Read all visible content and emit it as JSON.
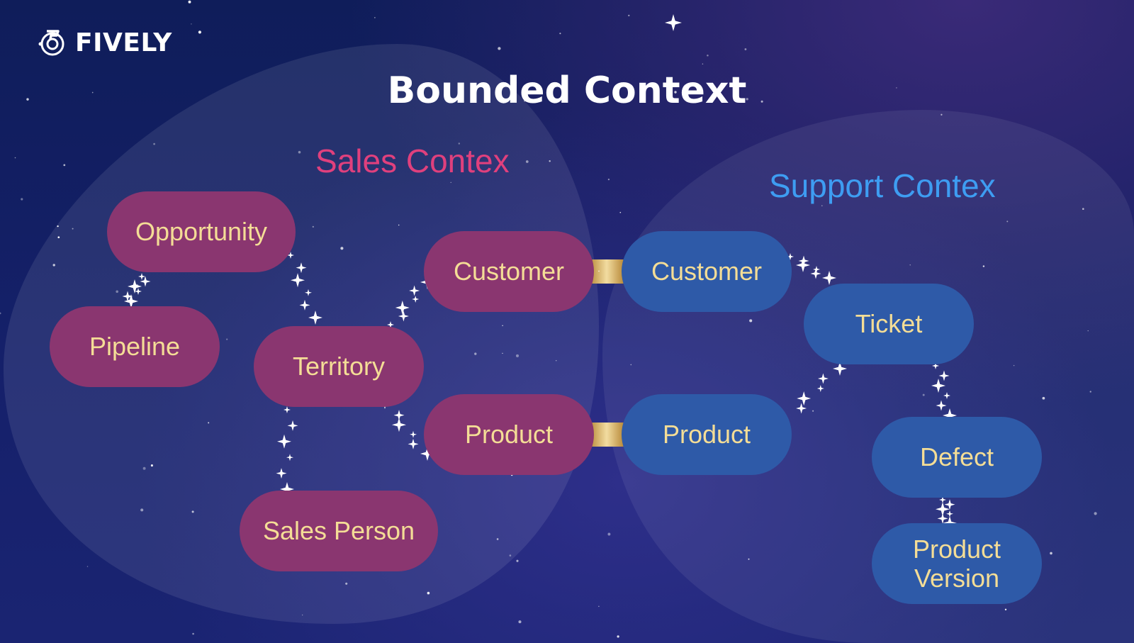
{
  "brand": {
    "name": "FIVELY",
    "logo_icon": "fively-5-logo-icon"
  },
  "title": "Bounded Context",
  "contexts": {
    "sales": {
      "label": "Sales Contex",
      "color": "#e0407d",
      "node_color": "#8a3670"
    },
    "support": {
      "label": "Support Contex",
      "color": "#3e9df2",
      "node_color": "#2e5aa8"
    }
  },
  "nodes": {
    "opportunity": "Opportunity",
    "pipeline": "Pipeline",
    "territory": "Territory",
    "sales_customer": "Customer",
    "sales_product": "Product",
    "sales_person": "Sales Person",
    "support_customer": "Customer",
    "support_product": "Product",
    "ticket": "Ticket",
    "defect": "Defect",
    "product_version": "Product\nVersion"
  },
  "node_text_color": "#f4dd96"
}
